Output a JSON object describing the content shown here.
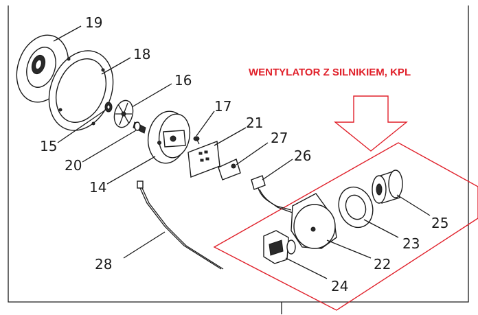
{
  "title": "WENTYLATOR Z SILNIKIEM, KPL",
  "colors": {
    "accent": "#e0202a",
    "ink": "#1a1a1a",
    "background": "#ffffff"
  },
  "labels": {
    "p14": "14",
    "p15": "15",
    "p16": "16",
    "p17": "17",
    "p18": "18",
    "p19": "19",
    "p20": "20",
    "p21": "21",
    "p22": "22",
    "p23": "23",
    "p24": "24",
    "p25": "25",
    "p26": "26",
    "p27": "27",
    "p28": "28"
  }
}
